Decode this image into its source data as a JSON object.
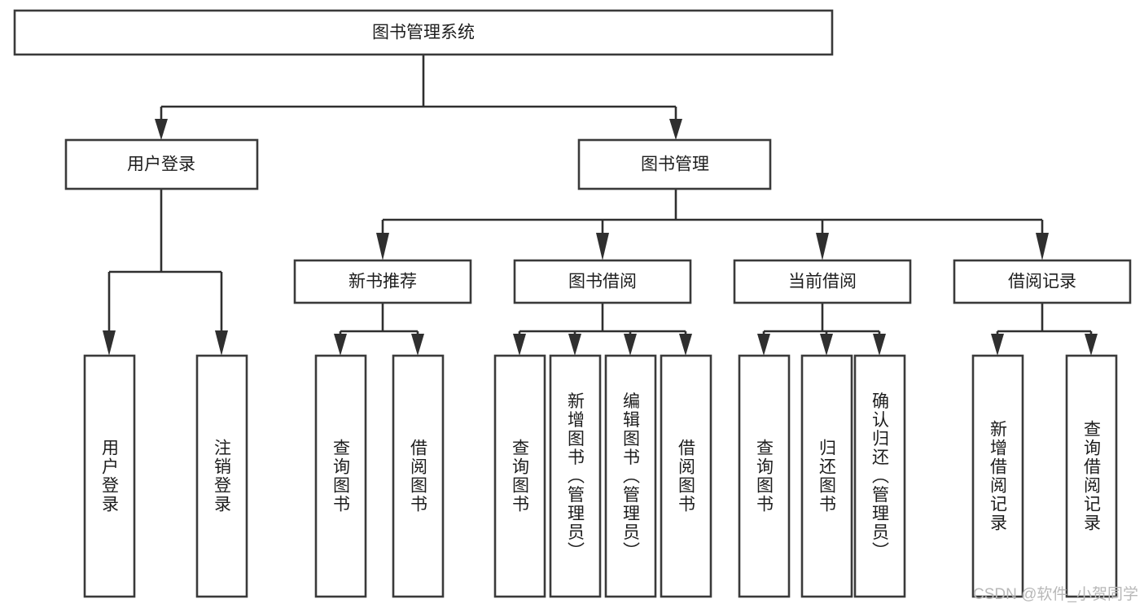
{
  "diagram": {
    "title": "图书管理系统",
    "type": "function-structure-tree",
    "colors": {
      "box_stroke": "#3a3a3a",
      "box_fill": "#ffffff",
      "connector": "#2f2f2f",
      "text": "#1d1d1d",
      "watermark": "#b8b8b8",
      "background": "#ffffff"
    },
    "root": {
      "label": "图书管理系统",
      "orientation": "horizontal"
    },
    "level2": [
      {
        "label": "用户登录",
        "orientation": "horizontal"
      },
      {
        "label": "图书管理",
        "orientation": "horizontal"
      }
    ],
    "level3": [
      {
        "label": "新书推荐",
        "orientation": "horizontal"
      },
      {
        "label": "图书借阅",
        "orientation": "horizontal"
      },
      {
        "label": "当前借阅",
        "orientation": "horizontal"
      },
      {
        "label": "借阅记录",
        "orientation": "horizontal"
      }
    ],
    "leaves": {
      "user_login": [
        {
          "label": "用户登录",
          "orientation": "vertical"
        },
        {
          "label": "注销登录",
          "orientation": "vertical"
        }
      ],
      "new_book_recommend": [
        {
          "label": "查询图书",
          "orientation": "vertical"
        },
        {
          "label": "借阅图书",
          "orientation": "vertical"
        }
      ],
      "book_borrow": [
        {
          "label": "查询图书",
          "orientation": "vertical"
        },
        {
          "label": "新增图书（管理员）",
          "orientation": "vertical"
        },
        {
          "label": "编辑图书（管理员）",
          "orientation": "vertical"
        },
        {
          "label": "借阅图书",
          "orientation": "vertical"
        }
      ],
      "current_borrow": [
        {
          "label": "查询图书",
          "orientation": "vertical"
        },
        {
          "label": "归还图书",
          "orientation": "vertical"
        },
        {
          "label": "确认归还（管理员）",
          "orientation": "vertical"
        }
      ],
      "borrow_record": [
        {
          "label": "新增借阅记录",
          "orientation": "vertical"
        },
        {
          "label": "查询借阅记录",
          "orientation": "vertical"
        }
      ]
    },
    "watermark": "CSDN @软件_小贺同学"
  }
}
